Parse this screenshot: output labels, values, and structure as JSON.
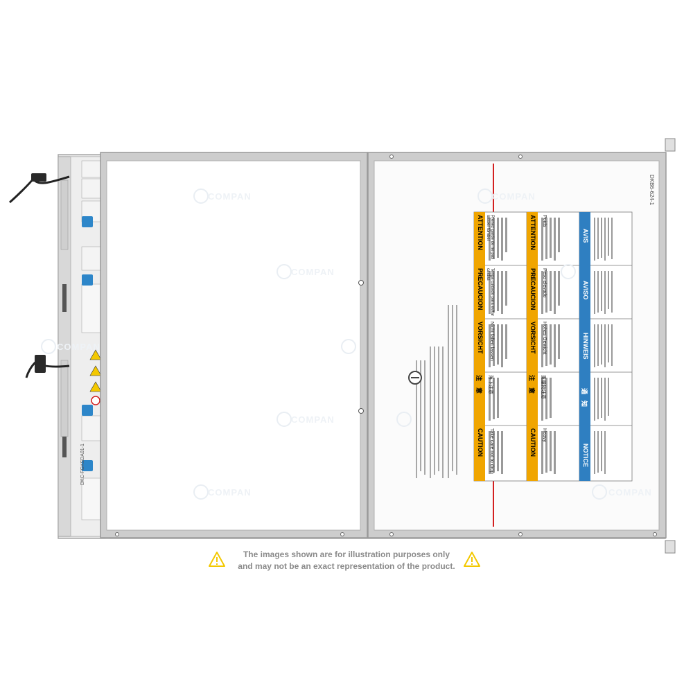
{
  "disclaimer": {
    "line1": "The images shown are for illustration purposes only",
    "line2": "and may not be an exact representation of the product."
  },
  "watermark": {
    "text": "COMPAN"
  },
  "right_panel": {
    "part_number": "DKB6-624-1",
    "warning_labels": [
      {
        "header": "CAUTION",
        "title": "Take care not to drop",
        "color": "#f0a500"
      },
      {
        "header": "注　意",
        "title": "落下注意",
        "color": "#f0a500"
      },
      {
        "header": "VORSICHT",
        "title": "Nicht fallen lassen",
        "color": "#f0a500"
      },
      {
        "header": "PRECAUCION",
        "title": "Tenga cuidado para evitar caídas",
        "color": "#f0a500"
      },
      {
        "header": "ATTENTION",
        "title": "Prenez garde de ne pas laisser tomber",
        "color": "#f0a500"
      },
      {
        "header": "CAUTION",
        "title": "Heavy",
        "color": "#f0a500"
      },
      {
        "header": "注　意",
        "title": "重量物注意",
        "color": "#f0a500"
      },
      {
        "header": "VORSICHT",
        "title": "Hohes Gewicht",
        "color": "#f0a500"
      },
      {
        "header": "PRECAUCION",
        "title": "Peso elevado",
        "color": "#f0a500"
      },
      {
        "header": "ATTENTION",
        "title": "Poids",
        "color": "#f0a500"
      },
      {
        "header": "NOTICE",
        "title": "",
        "color": "#2f7fc1"
      },
      {
        "header": "通　知",
        "title": "",
        "color": "#2f7fc1"
      },
      {
        "header": "HINWEIS",
        "title": "",
        "color": "#2f7fc1"
      },
      {
        "header": "AVISO",
        "title": "",
        "color": "#2f7fc1"
      },
      {
        "header": "AVIS",
        "title": "",
        "color": "#2f7fc1"
      }
    ]
  },
  "left_module": {
    "serial": "DKC-FGKSDA01-1"
  },
  "colors": {
    "frame": "#c9c9c9",
    "frame_dark": "#9a9a9a",
    "accent_red": "#d32020",
    "latch_blue": "#2d86c9",
    "warning_yellow": "#f3c800"
  },
  "icons": [
    "warning-triangle-icon",
    "cable-clip-icon",
    "latch-icon",
    "screw-icon"
  ]
}
